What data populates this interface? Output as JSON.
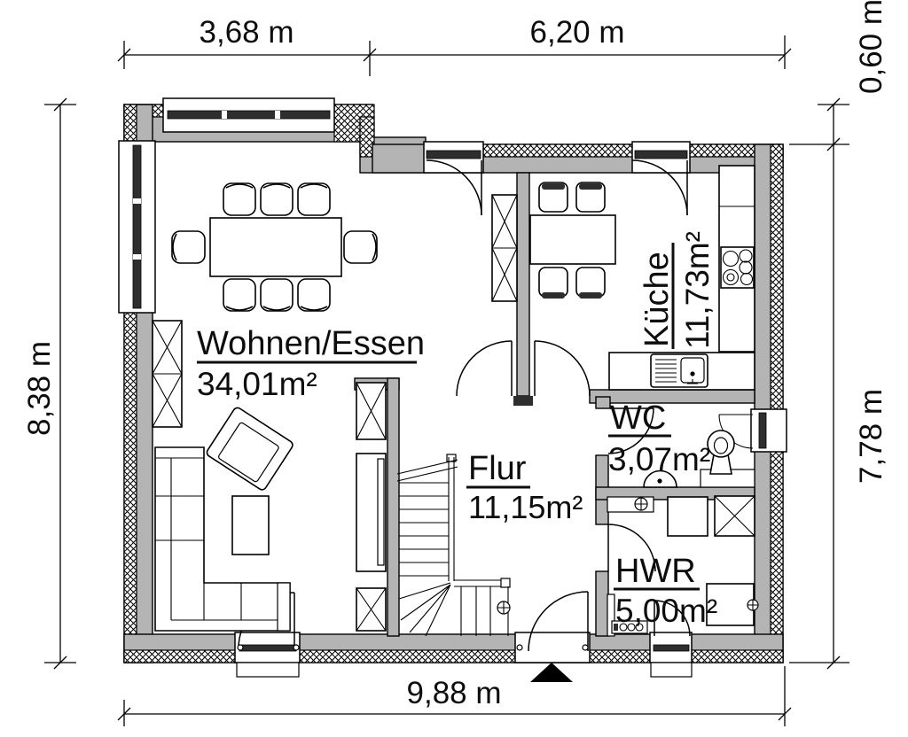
{
  "plan": {
    "type": "floor-plan",
    "rooms": {
      "wohnen": {
        "name": "Wohnen/Essen",
        "area": "34,01m²"
      },
      "kueche": {
        "name": "Küche",
        "area": "11,73m²"
      },
      "flur": {
        "name": "Flur",
        "area": "11,15m²"
      },
      "wc": {
        "name": "WC",
        "area": "3,07m²"
      },
      "hwr": {
        "name": "HWR",
        "area": "5,00m²"
      }
    },
    "dimensions": {
      "top_left": "3,68 m",
      "top_right": "6,20 m",
      "bottom": "9,88 m",
      "left": "8,38 m",
      "right_top": "0,60 m",
      "right": "7,78 m"
    },
    "colors": {
      "background": "#ffffff",
      "wall_fill": "#b4b4b4",
      "line": "#000000",
      "glazing_dark": "#2e2e2e"
    },
    "symbols": [
      "window",
      "door-swing",
      "staircase",
      "entrance-arrow",
      "dining-table",
      "chair",
      "sofa",
      "armchair",
      "coffee-table",
      "x-cabinet",
      "sideboard",
      "kitchen-table",
      "kitchen-counter",
      "cooktop",
      "kitchen-sink",
      "toilet",
      "washbasin",
      "washing-machine",
      "radiator",
      "connection-point"
    ]
  }
}
